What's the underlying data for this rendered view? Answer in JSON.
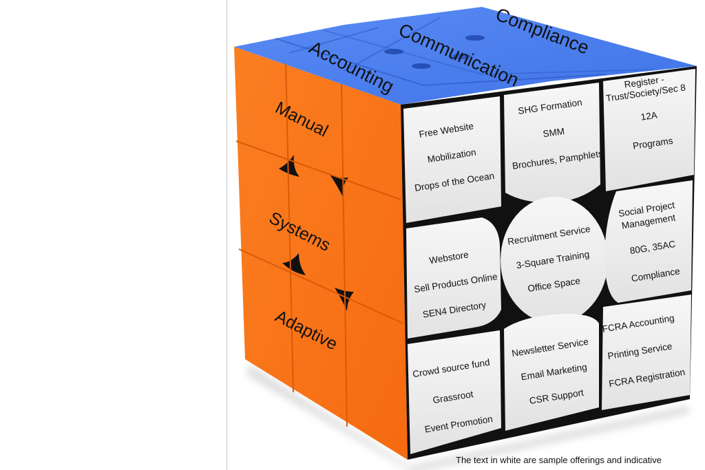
{
  "colors": {
    "top_face": "#4a7ff0",
    "left_face": "#f9771e",
    "right_face": "#ececec",
    "gap": "#111111"
  },
  "top_face": {
    "labels": [
      "Accounting",
      "Communication",
      "Compliance"
    ]
  },
  "left_face": {
    "labels": [
      "Manual",
      "Systems",
      "Adaptive"
    ]
  },
  "right_face": {
    "cells": [
      [
        "Free Website",
        "Mobilization",
        "Drops of the Ocean"
      ],
      [
        "SHG Formation",
        "SMM",
        "Brochures, Pamphlets"
      ],
      [
        "Register -",
        "Trust/Society/Sec 8",
        "12A",
        "Programs"
      ],
      [
        "Webstore",
        "Sell Products Online",
        "SEN4 Directory"
      ],
      [
        "Recruitment Service",
        "3-Square Training",
        "Office Space"
      ],
      [
        "Social Project",
        "Management",
        "80G, 35AC",
        "Compliance"
      ],
      [
        "Crowd source fund",
        "Grassroot",
        "Event Promotion"
      ],
      [
        "Newsletter Service",
        "Email Marketing",
        "CSR Support"
      ],
      [
        "FCRA Accounting",
        "Printing Service",
        "FCRA Registration"
      ]
    ]
  },
  "footnote": "The text in white are sample offerings and indicative"
}
